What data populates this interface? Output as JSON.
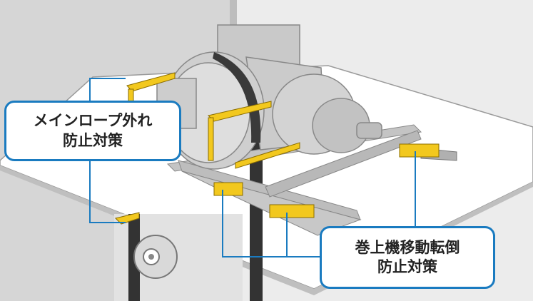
{
  "callouts": {
    "rope_retention": {
      "line1": "メインロープ外れ",
      "line2": "防止対策"
    },
    "hoist_overturn": {
      "line1": "巻上機移動転倒",
      "line2": "防止対策"
    }
  },
  "colors": {
    "callout_border": "#1a7bc0",
    "bracket_yellow": "#f2c81e",
    "wall_gray": "#cfcfcf",
    "background_gray": "#e9e9e9",
    "slab_white": "#ffffff"
  }
}
